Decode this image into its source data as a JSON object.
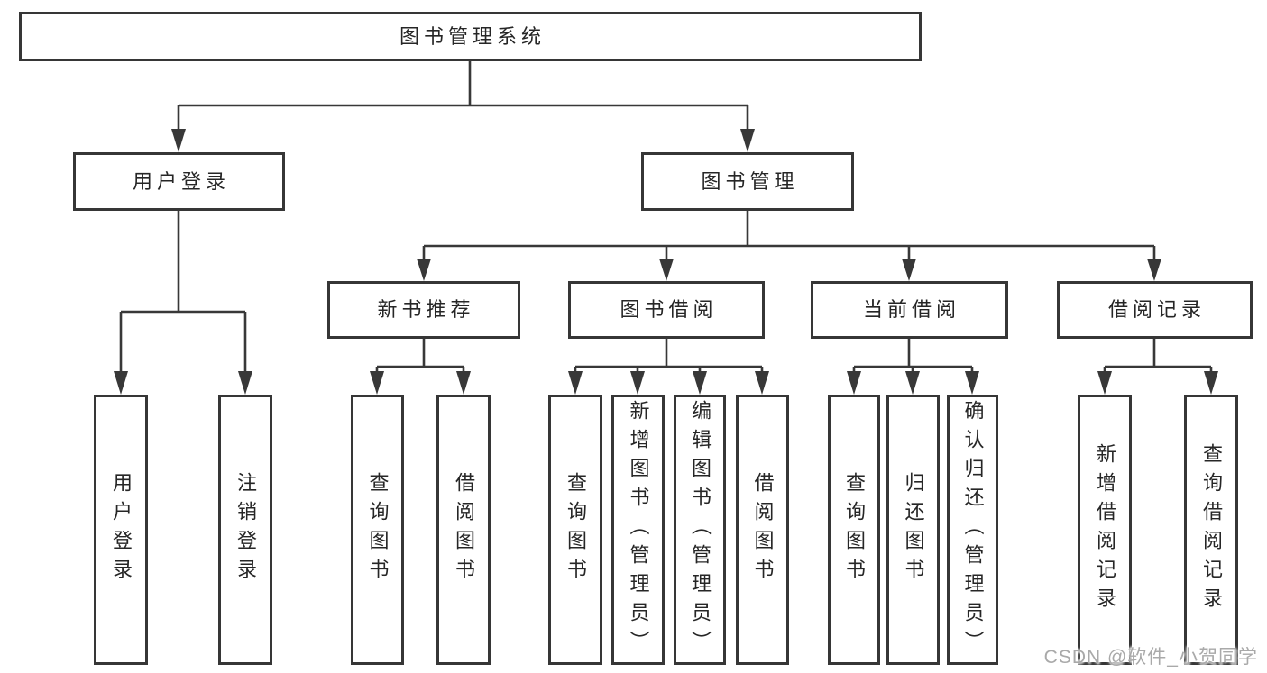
{
  "colors": {
    "line": "#383838",
    "box_border": "#363636",
    "text": "#262626",
    "watermark": "#a9a9a9",
    "background": "#ffffff"
  },
  "watermark": {
    "text": "CSDN @软件_小贺同学"
  },
  "tree": {
    "root": {
      "label": "图书管理系统"
    },
    "branches": [
      {
        "label": "用户登录",
        "children": [
          {
            "label": "用户登录"
          },
          {
            "label": "注销登录"
          }
        ]
      },
      {
        "label": "图书管理",
        "children": [
          {
            "label": "新书推荐",
            "children": [
              {
                "label": "查询图书"
              },
              {
                "label": "借阅图书"
              }
            ]
          },
          {
            "label": "图书借阅",
            "children": [
              {
                "label": "查询图书"
              },
              {
                "label": "新增图书（管理员）"
              },
              {
                "label": "编辑图书（管理员）"
              },
              {
                "label": "借阅图书"
              }
            ]
          },
          {
            "label": "当前借阅",
            "children": [
              {
                "label": "查询图书"
              },
              {
                "label": "归还图书"
              },
              {
                "label": "确认归还（管理员）"
              }
            ]
          },
          {
            "label": "借阅记录",
            "children": [
              {
                "label": "新增借阅记录"
              },
              {
                "label": "查询借阅记录"
              }
            ]
          }
        ]
      }
    ]
  }
}
